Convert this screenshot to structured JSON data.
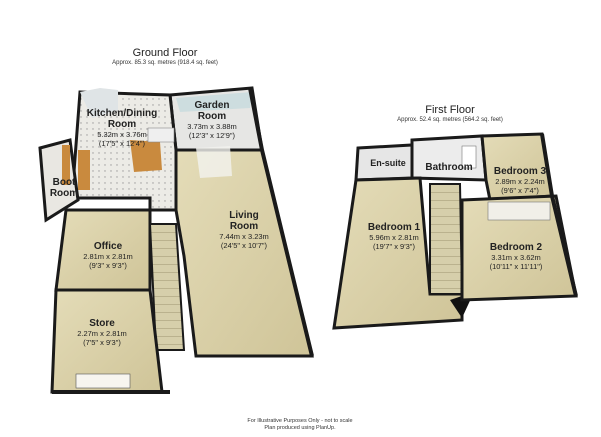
{
  "ground_floor": {
    "title": "Ground Floor",
    "area": "Approx. 85.3 sq. metres (918.4 sq. feet)",
    "rooms": {
      "kitchen": {
        "name_line1": "Kitchen/Dining",
        "name_line2": "Room",
        "dim_m": "5.32m x 3.76m",
        "dim_ft": "(17'5\" x 12'4\")"
      },
      "garden": {
        "name_line1": "Garden",
        "name_line2": "Room",
        "dim_m": "3.73m x 3.88m",
        "dim_ft": "(12'3\" x 12'9\")"
      },
      "boot": {
        "name_line1": "Boot",
        "name_line2": "Room"
      },
      "living": {
        "name_line1": "Living",
        "name_line2": "Room",
        "dim_m": "7.44m x 3.23m",
        "dim_ft": "(24'5\" x 10'7\")"
      },
      "office": {
        "name": "Office",
        "dim_m": "2.81m x 2.81m",
        "dim_ft": "(9'3\" x 9'3\")"
      },
      "store": {
        "name": "Store",
        "dim_m": "2.27m x 2.81m",
        "dim_ft": "(7'5\" x 9'3\")"
      }
    }
  },
  "first_floor": {
    "title": "First Floor",
    "area": "Approx. 52.4 sq. metres (564.2 sq. feet)",
    "rooms": {
      "ensuite": {
        "name": "En-suite"
      },
      "bathroom": {
        "name": "Bathroom"
      },
      "bedroom3": {
        "name": "Bedroom 3",
        "dim_m": "2.89m x 2.24m",
        "dim_ft": "(9'6\" x 7'4\")"
      },
      "bedroom1": {
        "name": "Bedroom 1",
        "dim_m": "5.96m x 2.81m",
        "dim_ft": "(19'7\" x 9'3\")"
      },
      "bedroom2": {
        "name": "Bedroom 2",
        "dim_m": "3.31m x 3.62m",
        "dim_ft": "(10'11\" x 11'11\")"
      }
    }
  },
  "footer": {
    "line1": "For Illustrative Purposes Only - not to scale",
    "line2": "Plan produced using PlanUp."
  },
  "colors": {
    "wall": "#1a1a1a",
    "floor_carpet": "#d8cfa6",
    "floor_tile": "#e9e6dc",
    "floor_wood": "#c98a3e",
    "floor_grey": "#e3e3e3"
  }
}
